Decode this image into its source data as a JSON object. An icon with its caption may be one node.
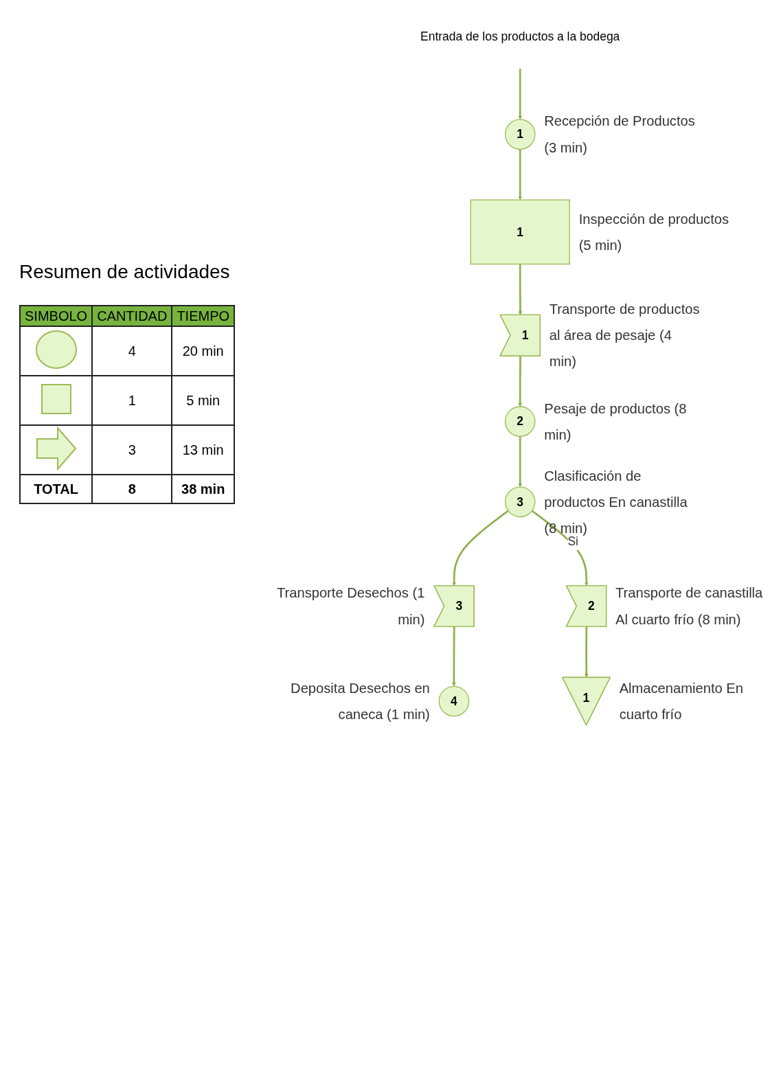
{
  "diagram": {
    "nodes": [
      {
        "text": [
          "Entrada de los productos a la bodega"
        ]
      },
      {
        "text": [
          "1"
        ],
        "beside": [
          "Recepción de Productos (3 min)"
        ]
      },
      {
        "text": [
          "1"
        ],
        "beside": [
          "Inspección de productos (5 min)"
        ]
      },
      {
        "text": [
          "1"
        ],
        "beside": [
          "Transporte de productos al área de pesaje (4 min)"
        ]
      },
      {
        "text": [
          "2"
        ],
        "beside": [
          "Pesaje de productos (8 min)"
        ]
      },
      {
        "text": [
          "3"
        ],
        "beside": [
          "Clasificación de productos En canastilla (8 min)"
        ]
      },
      {
        "text": [
          "3"
        ],
        "beside": [
          "Transporte Desechos (1 min)"
        ]
      },
      {
        "text": [
          "2"
        ],
        "beside": [
          "Transporte de canastilla Al cuarto frío (8 min)"
        ]
      },
      {
        "text": [
          "4"
        ],
        "beside": [
          "Deposita Desechos en caneca (1 min)"
        ]
      },
      {
        "text": [
          "1"
        ],
        "beside": [
          "Almacenamiento En cuarto frío"
        ]
      }
    ],
    "edges": [
      {
        "from": 0,
        "to": 1,
        "arrow": "to"
      },
      {
        "from": 1,
        "to": 2,
        "arrow": "to"
      },
      {
        "from": 2,
        "to": 3,
        "arrow": "to"
      },
      {
        "from": 3,
        "to": 4,
        "arrow": "to"
      },
      {
        "from": 4,
        "to": 5,
        "arrow": "to"
      },
      {
        "from": 5,
        "to": 6,
        "arrow": "to"
      },
      {
        "from": 5,
        "to": 7,
        "arrow": "to",
        "label": "Si"
      },
      {
        "from": 6,
        "to": 8,
        "arrow": "to"
      },
      {
        "from": 7,
        "to": 9,
        "arrow": "to"
      }
    ],
    "labels": [
      "Resumen de actividades",
      "SIMBOLO",
      "CANTIDAD",
      "TIEMPO",
      "4",
      "20 min",
      "1",
      "5 min",
      "3",
      "13 min",
      "TOTAL",
      "8",
      "38 min"
    ]
  }
}
